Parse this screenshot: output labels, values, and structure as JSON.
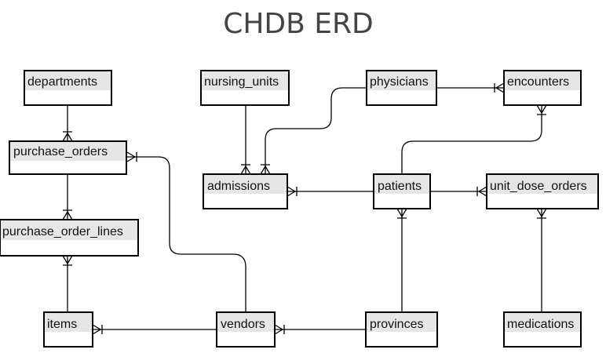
{
  "title": "CHDB ERD",
  "entities": {
    "departments": "departments",
    "nursing_units": "nursing_units",
    "physicians": "physicians",
    "encounters": "encounters",
    "purchase_orders": "purchase_orders",
    "admissions": "admissions",
    "patients": "patients",
    "unit_dose_orders": "unit_dose_orders",
    "purchase_order_lines": "purchase_order_lines",
    "items": "items",
    "vendors": "vendors",
    "provinces": "provinces",
    "medications": "medications"
  }
}
